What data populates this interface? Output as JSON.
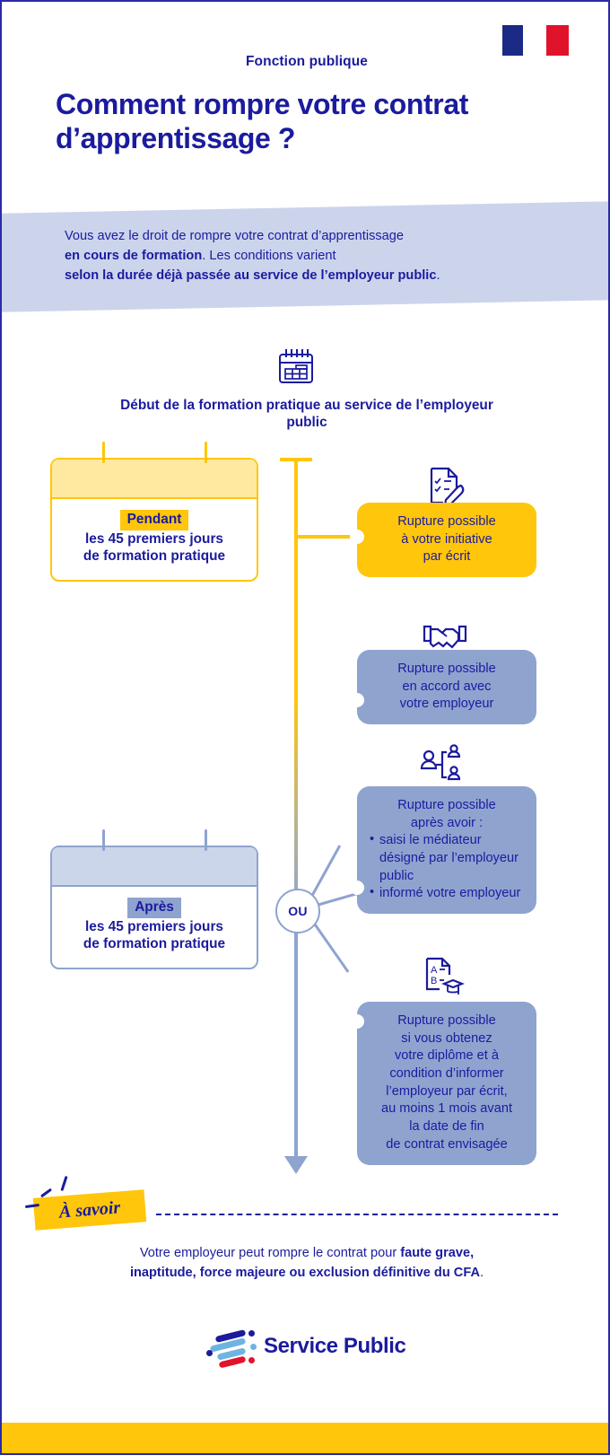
{
  "header": {
    "flag_icon": "french-republic-flag-icon",
    "eyebrow": "Fonction publique",
    "title": "Comment rompre votre contrat d’apprentissage ?"
  },
  "intro": {
    "line1": "Vous avez le droit de rompre votre contrat d’apprentissage",
    "line2_bold": "en cours de formation",
    "line2_rest": ". Les conditions varient",
    "line3_bold": "selon la durée déjà passée au service de l’employeur public",
    "line3_rest": "."
  },
  "timeline": {
    "start_icon": "calendar-icon",
    "start_label": "Début de la formation pratique au service de l’employeur public",
    "or_node": "OU"
  },
  "cards": [
    {
      "id": "pendant",
      "icon": "calendar-card-icon",
      "chip": "Pendant",
      "line1": "les 45 premiers jours",
      "line2": "de formation pratique",
      "accent": "#ffc60b"
    },
    {
      "id": "apres",
      "icon": "calendar-card-icon",
      "chip": "Après",
      "line1": "les 45 premiers jours",
      "line2": "de formation pratique",
      "accent": "#8fa3cf"
    }
  ],
  "callouts": [
    {
      "id": "initiative",
      "icon": "checklist-pen-icon",
      "color": "#ffc60b",
      "lines": [
        "Rupture possible",
        "à votre initiative",
        "par écrit"
      ]
    },
    {
      "id": "accord",
      "icon": "handshake-icon",
      "color": "#8fa3cf",
      "lines": [
        "Rupture possible",
        "en accord avec",
        "votre employeur"
      ]
    },
    {
      "id": "mediateur",
      "icon": "mediator-people-icon",
      "color": "#8fa3cf",
      "heading1": "Rupture possible",
      "heading2": "après avoir :",
      "bullets": [
        "saisi le médiateur désigné par l’employeur public",
        "informé votre employeur"
      ]
    },
    {
      "id": "diplome",
      "icon": "diploma-graduation-icon",
      "color": "#8fa3cf",
      "lines": [
        "Rupture possible",
        "si vous obtenez",
        "votre diplôme et à",
        "condition d’informer",
        "l’employeur par écrit,",
        "au moins 1 mois avant",
        "la date de fin",
        "de contrat envisagée"
      ]
    }
  ],
  "footer": {
    "badge": "À savoir",
    "note_part1": "Votre employeur peut rompre le contrat pour ",
    "note_bold1": "faute grave,",
    "note_bold2": "inaptitude, force majeure ou exclusion définitive du CFA",
    "note_end": ".",
    "logo_word": "Service Public",
    "logo_mark": "service-public-logo-icon"
  },
  "colors": {
    "brand_blue": "#1b1b9e",
    "accent_yellow": "#ffc60b",
    "accent_blue": "#8fa3cf",
    "band_blue": "#ccd4ec"
  }
}
